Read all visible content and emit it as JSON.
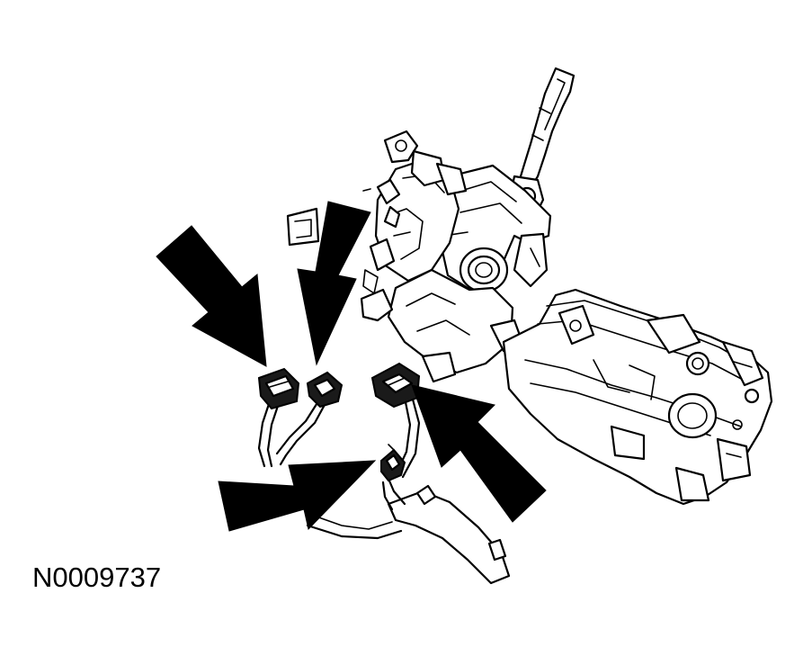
{
  "figure": {
    "id_label": "N0009737"
  },
  "parts": [
    {
      "name": "steering-column-assembly"
    },
    {
      "name": "multifunction-switch-lever"
    },
    {
      "name": "ignition-lock-cylinder-housing"
    },
    {
      "name": "electrical-connector-1"
    },
    {
      "name": "electrical-connector-2"
    },
    {
      "name": "electrical-connector-3"
    },
    {
      "name": "electrical-connector-4"
    },
    {
      "name": "wiring-harness"
    }
  ],
  "callouts": [
    {
      "name": "arrow-1",
      "points_to": "electrical-connector-1"
    },
    {
      "name": "arrow-2",
      "points_to": "electrical-connector-2"
    },
    {
      "name": "arrow-3",
      "points_to": "electrical-connector-3"
    },
    {
      "name": "arrow-4",
      "points_to": "electrical-connector-4"
    }
  ],
  "colors": {
    "line": "#000000",
    "background": "#ffffff"
  }
}
